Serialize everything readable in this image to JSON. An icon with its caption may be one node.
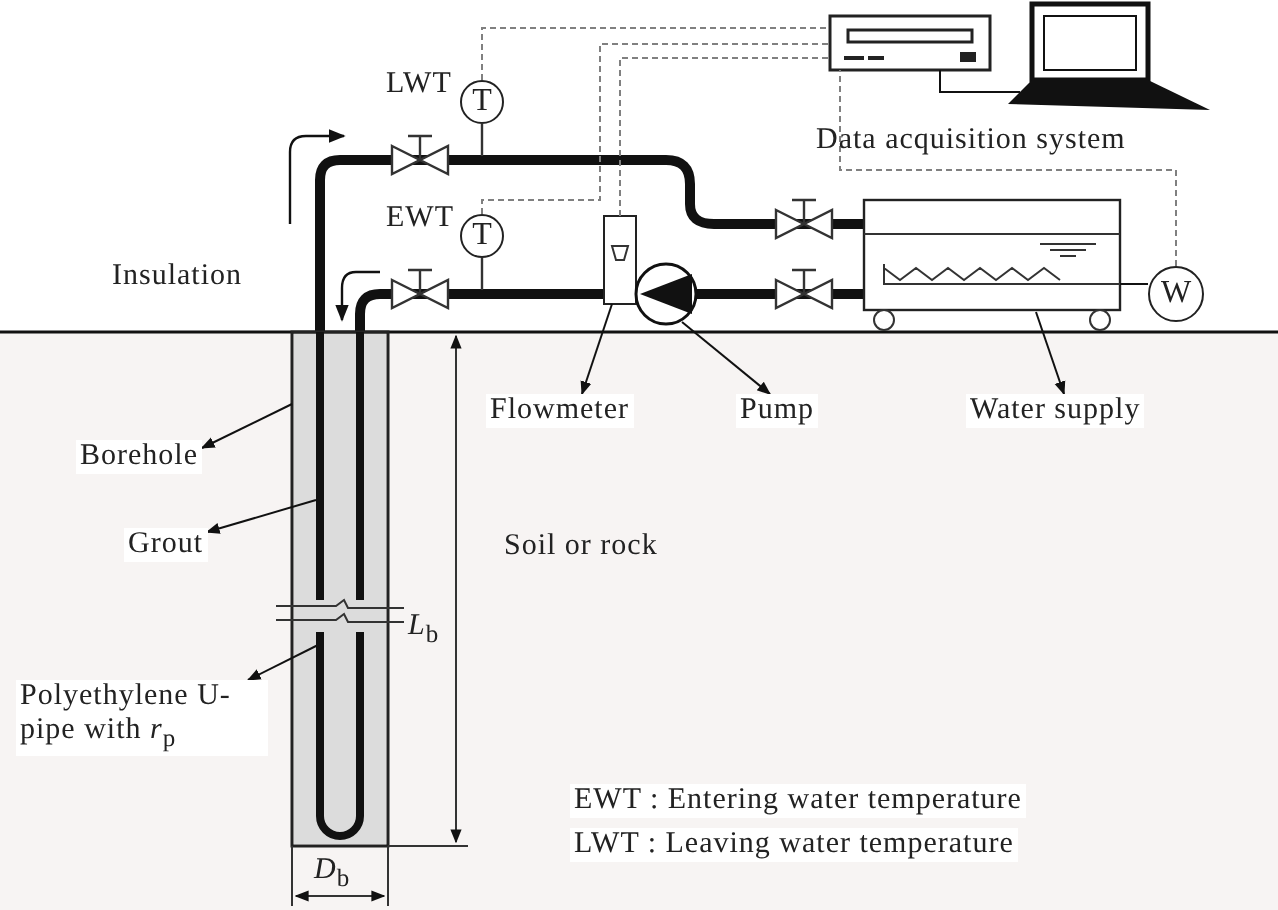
{
  "diagram": {
    "nodes": [
      {
        "text": [
          "Borehole"
        ]
      },
      {
        "text": [],
        "shape": "box"
      },
      {
        "text": [
          "Grout"
        ]
      },
      {
        "text": [],
        "shape": "box"
      },
      {
        "text": [
          "Polyethylene U-pipe with *r*$_{p}$"
        ]
      },
      {
        "text": [],
        "shape": "pipe",
        "in": 3
      },
      {
        "text": [
          "Flowmeter"
        ]
      },
      {
        "text": [],
        "shape": "box"
      },
      {
        "text": [
          "Pump"
        ]
      },
      {
        "text": [],
        "shape": "circle"
      },
      {
        "text": [
          "Water supply"
        ]
      },
      {
        "text": [],
        "shape": "box"
      },
      {
        "text": [
          "T"
        ]
      },
      {
        "text": [
          "T"
        ]
      },
      {
        "text": [
          "W"
        ]
      },
      {
        "text": [],
        "shape": "box"
      },
      {
        "text": [],
        "shape": "laptop"
      }
    ],
    "edges": [
      {
        "from": 1,
        "to": 0,
        "arrow": "to"
      },
      {
        "from": 3,
        "to": 2,
        "arrow": "to"
      },
      {
        "from": 5,
        "to": 4,
        "arrow": "to"
      },
      {
        "from": 7,
        "to": 6,
        "arrow": "to"
      },
      {
        "from": 9,
        "to": 8,
        "arrow": "to"
      },
      {
        "from": 11,
        "to": 10,
        "arrow": "to"
      },
      {
        "from": 12,
        "to": 15,
        "arrow": "none",
        "style": "dashed",
        "color": "#808080"
      },
      {
        "from": 13,
        "to": 15,
        "arrow": "none",
        "style": "dashed",
        "color": "#808080"
      },
      {
        "from": 7,
        "to": 15,
        "arrow": "none",
        "style": "dashed",
        "color": "#808080"
      },
      {
        "from": 14,
        "to": 15,
        "arrow": "none",
        "style": "dashed",
        "color": "#808080"
      },
      {
        "from": 15,
        "to": 16,
        "arrow": "none"
      },
      {
        "from": 14,
        "to": 11,
        "arrow": "none"
      }
    ],
    "labels": [
      "LWT",
      "EWT",
      "Insulation",
      "Data acquisition system",
      "Soil or rock",
      "*L*$_{b}$",
      "*D*$_{b}$",
      "EWT : Entering water temperature",
      "LWT : Leaving water temperature"
    ]
  }
}
